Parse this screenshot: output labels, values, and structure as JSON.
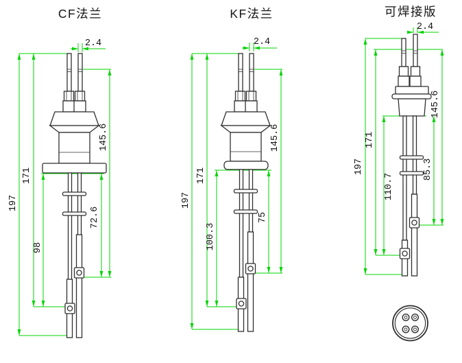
{
  "palette": {
    "background": "#ffffff",
    "drawing_line_color": "#2f2f2f",
    "dimension_line_color": "#00d400",
    "dimension_text_color": "#141414"
  },
  "figures": [
    {
      "id": "cf",
      "title": "CF法兰",
      "dims": {
        "pin_diameter": "2.4",
        "overall_length": "197",
        "top_to_lower_lug": "171",
        "flange_to_lower_lug": "98",
        "step_to_upper_lug": "145.6",
        "flange_to_upper_lug": "72.6"
      }
    },
    {
      "id": "kf",
      "title": "KF法兰",
      "dims": {
        "pin_diameter": "2.4",
        "overall_length": "197",
        "top_to_lower_lug": "171",
        "flange_to_lower_lug": "100.3",
        "step_to_upper_lug": "145.6",
        "flange_to_upper_lug": "75"
      }
    },
    {
      "id": "weld",
      "title": "可焊接版",
      "dims": {
        "pin_diameter": "2.4",
        "overall_length": "197",
        "top_to_lower_lug": "171",
        "body_to_lower_lug": "110.7",
        "step_to_upper_lug": "145.6",
        "body_to_upper_lug": "85.3"
      }
    }
  ],
  "end_view": {
    "pin_count": 4
  }
}
